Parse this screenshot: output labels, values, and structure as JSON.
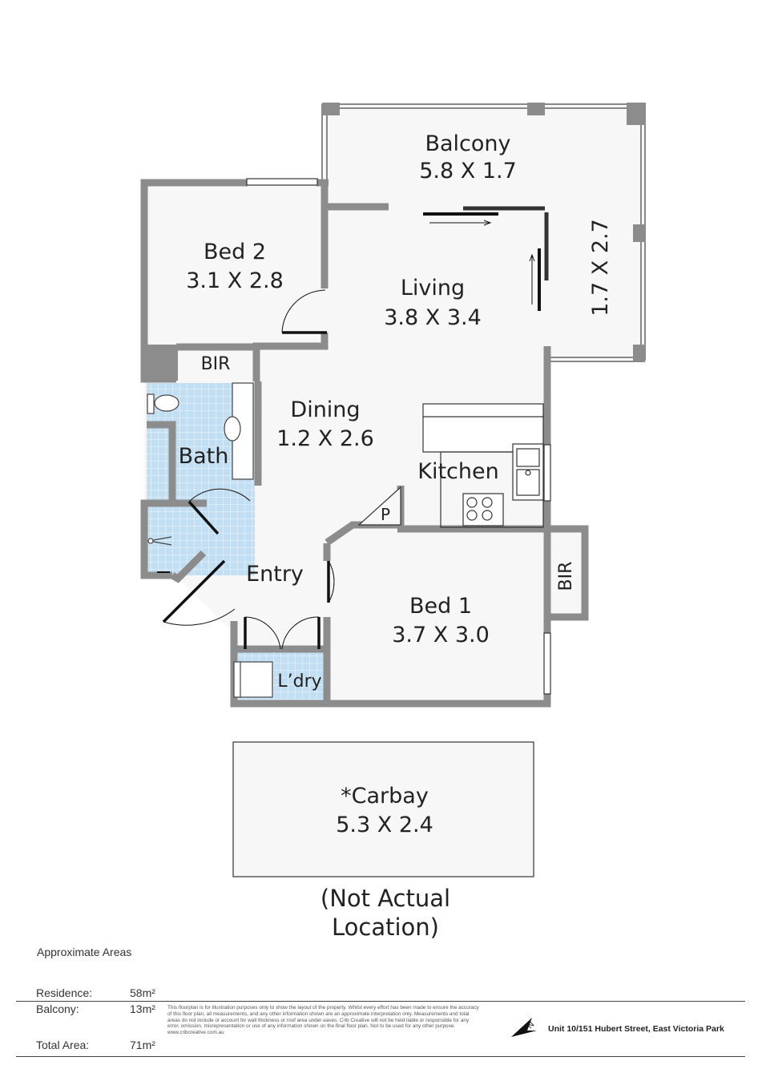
{
  "rooms": {
    "balcony": {
      "name": "Balcony",
      "dims": "5.8 X 1.7"
    },
    "balcony_side": {
      "dims": "1.7 X 2.7"
    },
    "living": {
      "name": "Living",
      "dims": "3.8 X 3.4"
    },
    "bed2": {
      "name": "Bed 2",
      "dims": "3.1 X 2.8"
    },
    "bir_top": {
      "name": "BIR"
    },
    "dining": {
      "name": "Dining",
      "dims": "1.2 X 2.6"
    },
    "bath": {
      "name": "Bath"
    },
    "kitchen": {
      "name": "Kitchen"
    },
    "pantry": {
      "name": "P"
    },
    "entry": {
      "name": "Entry"
    },
    "bed1": {
      "name": "Bed 1",
      "dims": "3.7 X 3.0"
    },
    "bir_side": {
      "name": "BIR"
    },
    "laundry": {
      "name": "L’dry"
    }
  },
  "carbay": {
    "name": "*Carbay",
    "dims": "5.3 X 2.4",
    "note_line1": "(Not Actual",
    "note_line2": "Location)"
  },
  "areas": {
    "heading": "Approximate Areas",
    "residence_label": "Residence:",
    "residence_value": "58m²",
    "balcony_label": "Balcony:",
    "balcony_value": "13m²",
    "total_label": "Total Area:",
    "total_value": "71m²"
  },
  "disclaimer": "This floorplan is for illustration purposes only to show the layout of the property. Whilst every effort has been made to ensure the accuracy of this floor plan, all measurements, and any other information shown are an approximate interpretation only. Measurements and total areas do not include or account for wall thickness or roof area under eaves. Crib Creative will not be held liable or responsible for any error, omission, misrepresentation or use of any information shown on the final floor plan. Not to be used for any other purpose. www.cribcreative.com.au",
  "address": "Unit 10/151 Hubert Street, East Victoria Park",
  "compass_label": "N",
  "colors": {
    "wall": "#8c8c8c",
    "floor": "#f7f7f7",
    "tile": "#cfe6f5",
    "door": "#111111"
  }
}
